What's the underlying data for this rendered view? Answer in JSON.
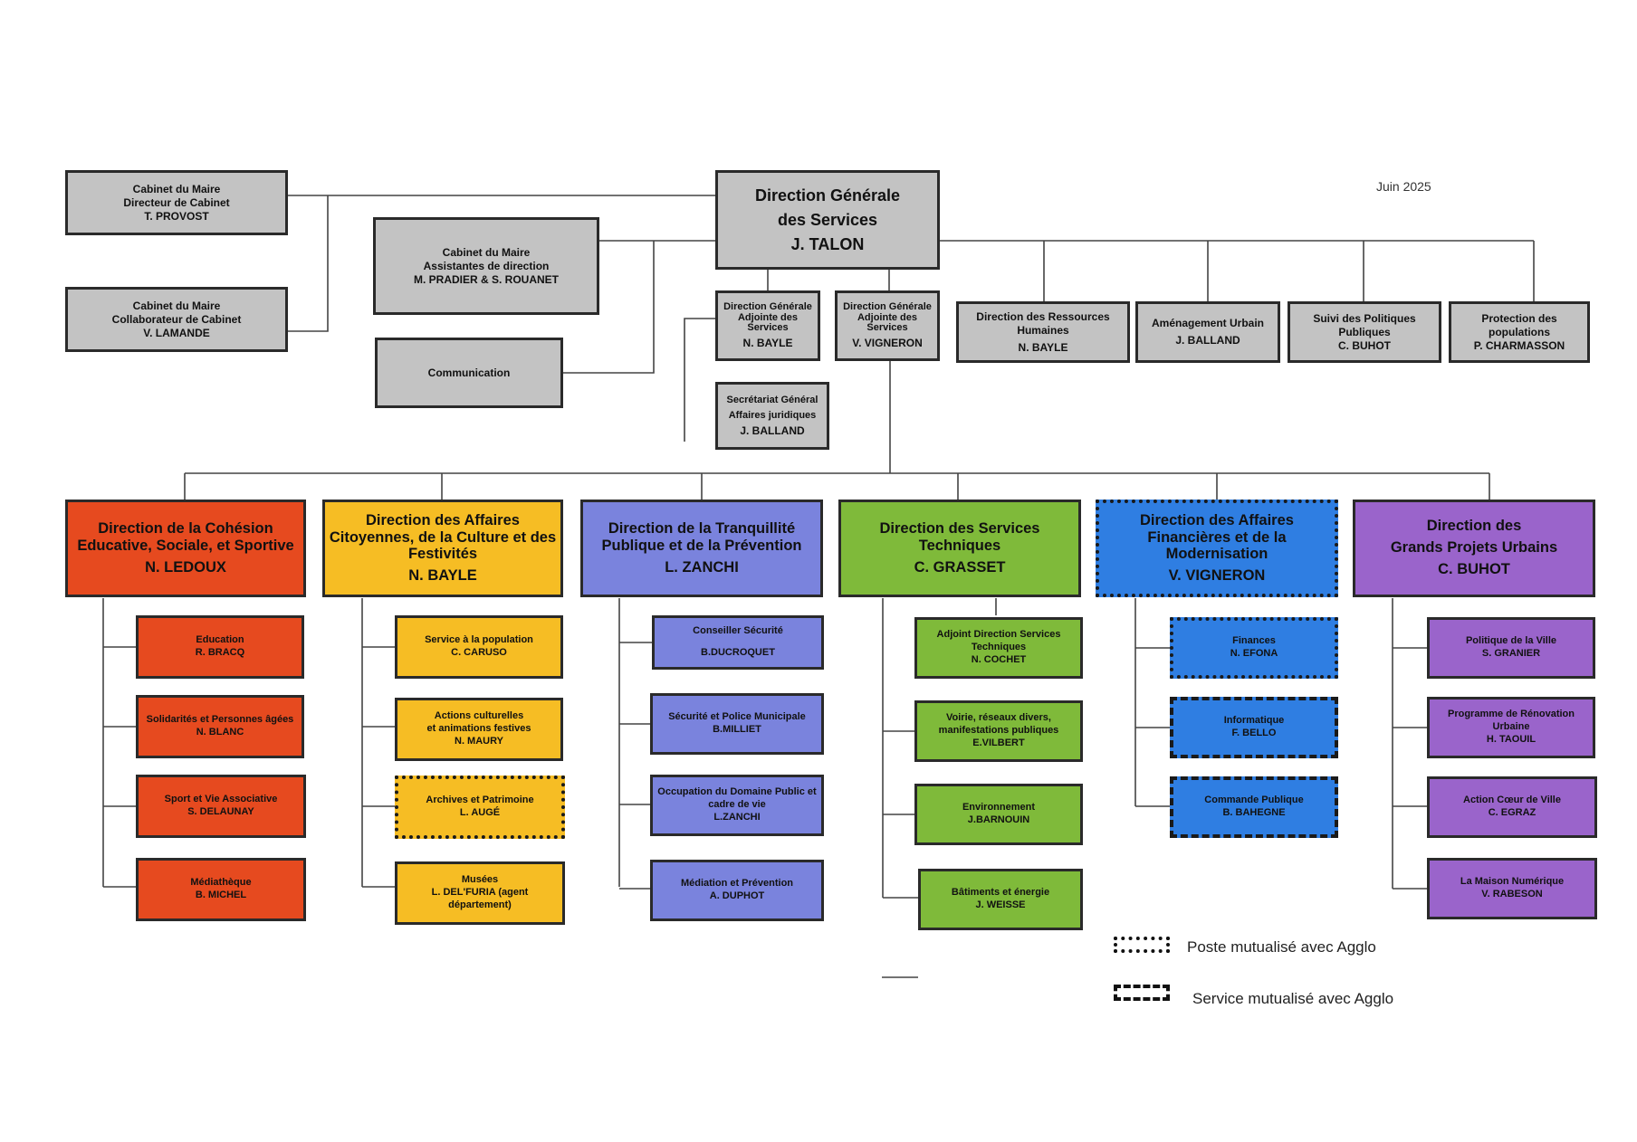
{
  "date": "Juin 2025",
  "top": {
    "cabinet_directeur": [
      "Cabinet du Maire",
      "Directeur de Cabinet",
      "T. PROVOST"
    ],
    "cabinet_collab": [
      "Cabinet du Maire",
      "Collaborateur de Cabinet",
      "V. LAMANDE"
    ],
    "cabinet_assist": [
      "Cabinet du Maire",
      "Assistantes de direction",
      "M. PRADIER & S. ROUANET"
    ],
    "communication": "Communication",
    "dgs": [
      "Direction Générale",
      "des Services",
      "J. TALON"
    ],
    "dgas1": [
      "Direction Générale",
      "Adjointe des",
      "Services",
      "N. BAYLE"
    ],
    "dgas2": [
      "Direction Générale",
      "Adjointe des",
      "Services",
      "V. VIGNERON"
    ],
    "secretariat": [
      "Secrétariat Général",
      "Affaires juridiques",
      "J. BALLAND"
    ],
    "rh": [
      "Direction des Ressources",
      "Humaines",
      "N. BAYLE"
    ],
    "amenagement": [
      "Aménagement Urbain",
      "J. BALLAND"
    ],
    "suivi": [
      "Suivi des Politiques",
      "Publiques",
      "C. BUHOT"
    ],
    "protection": [
      "Protection des",
      "populations",
      "P. CHARMASSON"
    ]
  },
  "directions": [
    {
      "title": [
        "Direction de la Cohésion",
        "Educative, Sociale, et Sportive"
      ],
      "head": "N. LEDOUX",
      "services": [
        [
          "Education",
          "R. BRACQ"
        ],
        [
          "Solidarités et Personnes âgées",
          "N. BLANC"
        ],
        [
          "Sport et Vie Associative",
          "S. DELAUNAY"
        ],
        [
          "Médiathèque",
          "B. MICHEL"
        ]
      ]
    },
    {
      "title": [
        "Direction des Affaires",
        "Citoyennes, de la Culture et des",
        "Festivités"
      ],
      "head": "N. BAYLE",
      "services": [
        [
          "Service à la population",
          "C. CARUSO"
        ],
        [
          "Actions culturelles",
          "et animations festives",
          "N. MAURY"
        ],
        [
          "Archives et Patrimoine",
          "L. AUGÉ"
        ],
        [
          "Musées",
          "L. DEL'FURIA (agent",
          "département)"
        ]
      ]
    },
    {
      "title": [
        "Direction de la Tranquillité",
        "Publique et de la Prévention"
      ],
      "head": "L. ZANCHI",
      "services": [
        [
          "Conseiller Sécurité",
          "B.DUCROQUET"
        ],
        [
          "Sécurité et Police Municipale",
          "B.MILLIET"
        ],
        [
          "Occupation du Domaine Public et",
          "cadre de vie",
          "L.ZANCHI"
        ],
        [
          "Médiation et Prévention",
          "A. DUPHOT"
        ]
      ]
    },
    {
      "title": [
        "Direction des Services",
        "Techniques"
      ],
      "head": "C. GRASSET",
      "services": [
        [
          "Adjoint Direction Services",
          "Techniques",
          "N. COCHET"
        ],
        [
          "Voirie, réseaux divers,",
          "manifestations publiques",
          "E.VILBERT"
        ],
        [
          "Environnement",
          "J.BARNOUIN"
        ],
        [
          "Bâtiments et énergie",
          "J. WEISSE"
        ]
      ]
    },
    {
      "title": [
        "Direction des Affaires",
        "Financières et de la",
        "Modernisation"
      ],
      "head": "V. VIGNERON",
      "services": [
        [
          "Finances",
          "N. EFONA"
        ],
        [
          "Informatique",
          "F. BELLO"
        ],
        [
          "Commande Publique",
          "B. BAHEGNE"
        ]
      ]
    },
    {
      "title": [
        "Direction des",
        "Grands Projets Urbains"
      ],
      "head": "C. BUHOT",
      "services": [
        [
          "Politique de la Ville",
          "S. GRANIER"
        ],
        [
          "Programme de Rénovation",
          "Urbaine",
          "H. TAOUIL"
        ],
        [
          "Action Cœur de Ville",
          "C. EGRAZ"
        ],
        [
          "La Maison Numérique",
          "V. RABESON"
        ]
      ]
    }
  ],
  "legend": {
    "poste": "Poste mutualisé avec Agglo",
    "service": "Service mutualisé avec Agglo"
  }
}
